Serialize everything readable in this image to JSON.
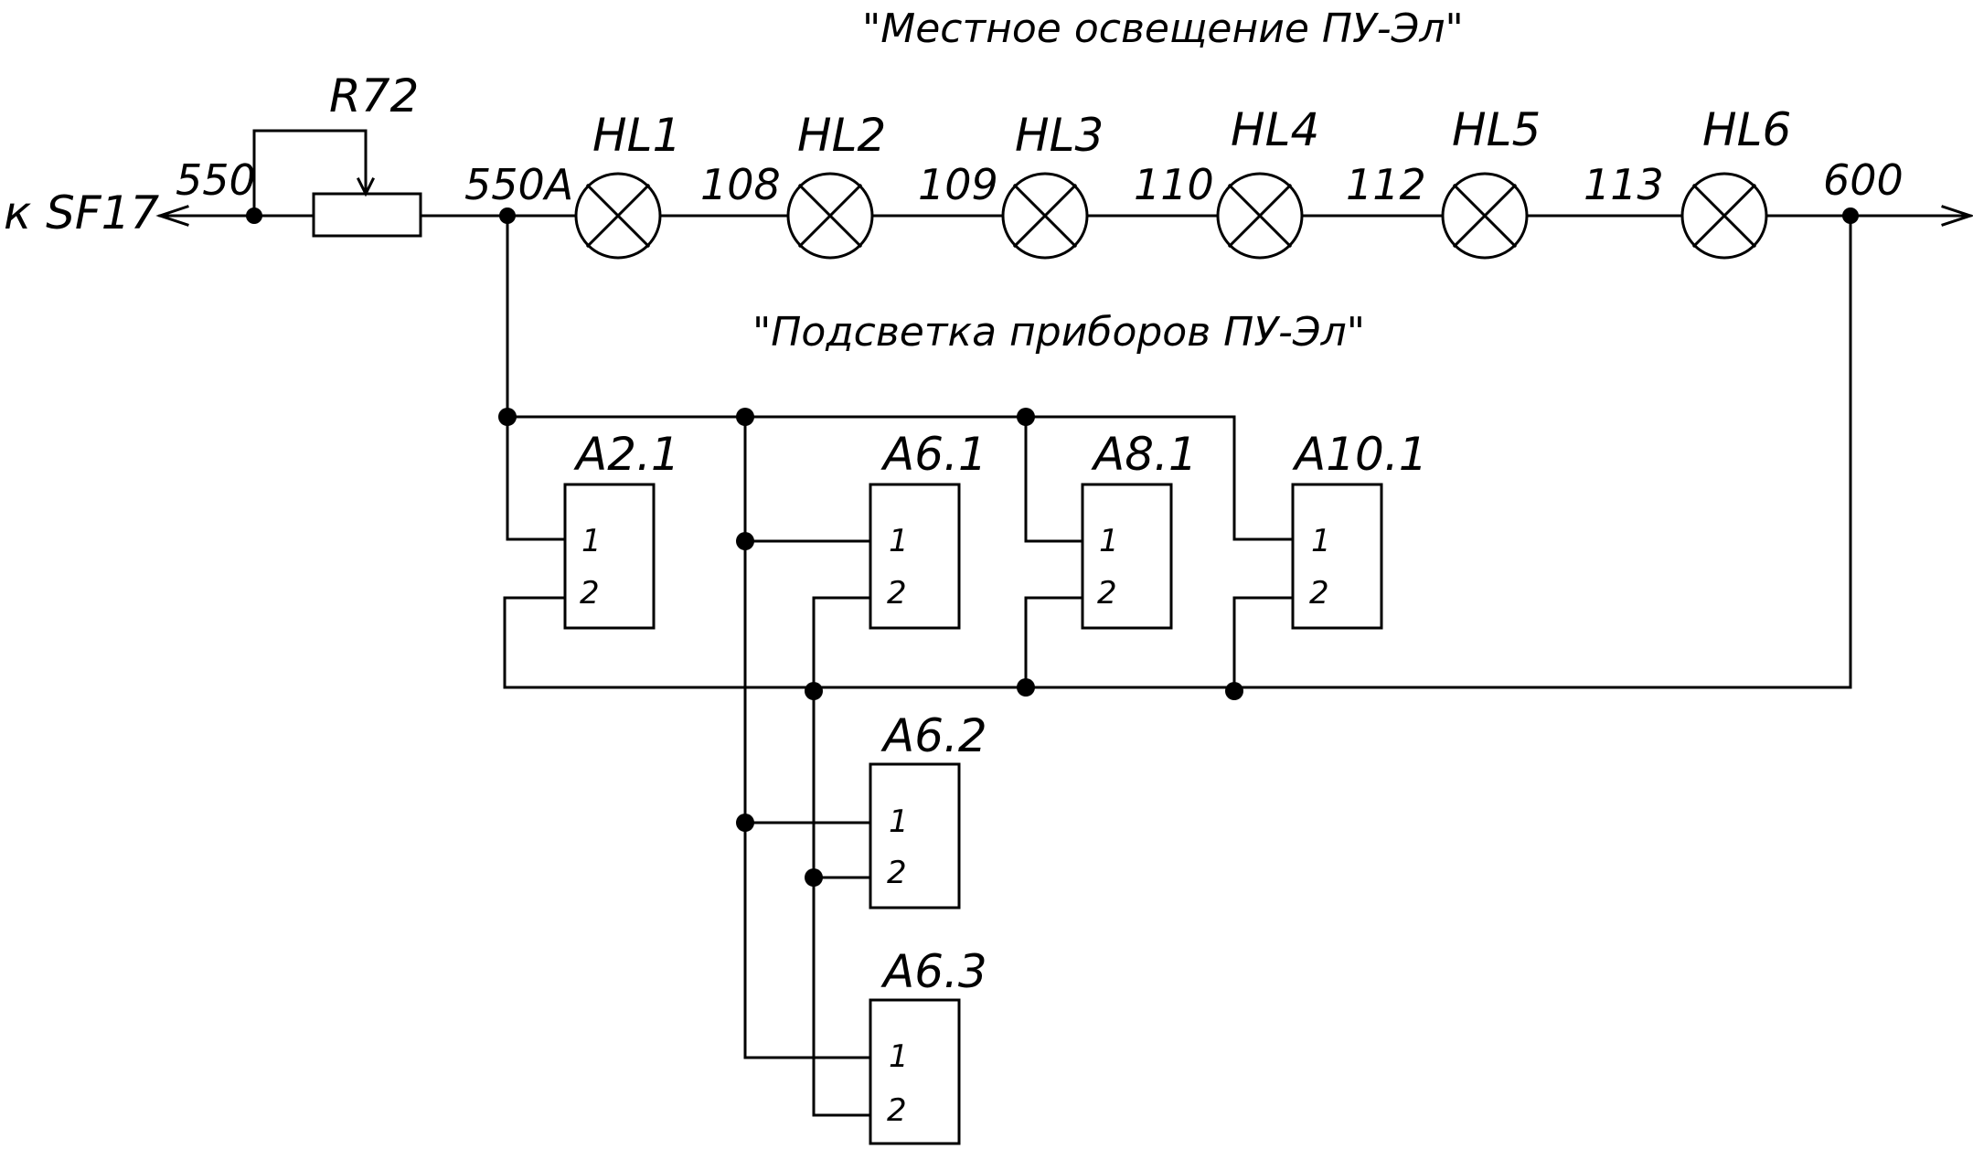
{
  "titles": {
    "local_lighting": "\"Местное освещение ПУ-Эл\"",
    "instrument_backlight": "\"Подсветка приборов ПУ-Эл\""
  },
  "source_label": "к SF17",
  "resistor": {
    "name": "R72"
  },
  "nets": {
    "n550": "550",
    "n550a": "550А",
    "n108": "108",
    "n109": "109",
    "n110": "110",
    "n112": "112",
    "n113": "113",
    "n600": "600"
  },
  "lamps": [
    {
      "name": "HL1"
    },
    {
      "name": "HL2"
    },
    {
      "name": "HL3"
    },
    {
      "name": "HL4"
    },
    {
      "name": "HL5"
    },
    {
      "name": "HL6"
    }
  ],
  "blocks": [
    {
      "name": "А2.1",
      "pin1": "1",
      "pin2": "2"
    },
    {
      "name": "А6.1",
      "pin1": "1",
      "pin2": "2"
    },
    {
      "name": "А8.1",
      "pin1": "1",
      "pin2": "2"
    },
    {
      "name": "А10.1",
      "pin1": "1",
      "pin2": "2"
    },
    {
      "name": "А6.2",
      "pin1": "1",
      "pin2": "2"
    },
    {
      "name": "А6.3",
      "pin1": "1",
      "pin2": "2"
    }
  ]
}
